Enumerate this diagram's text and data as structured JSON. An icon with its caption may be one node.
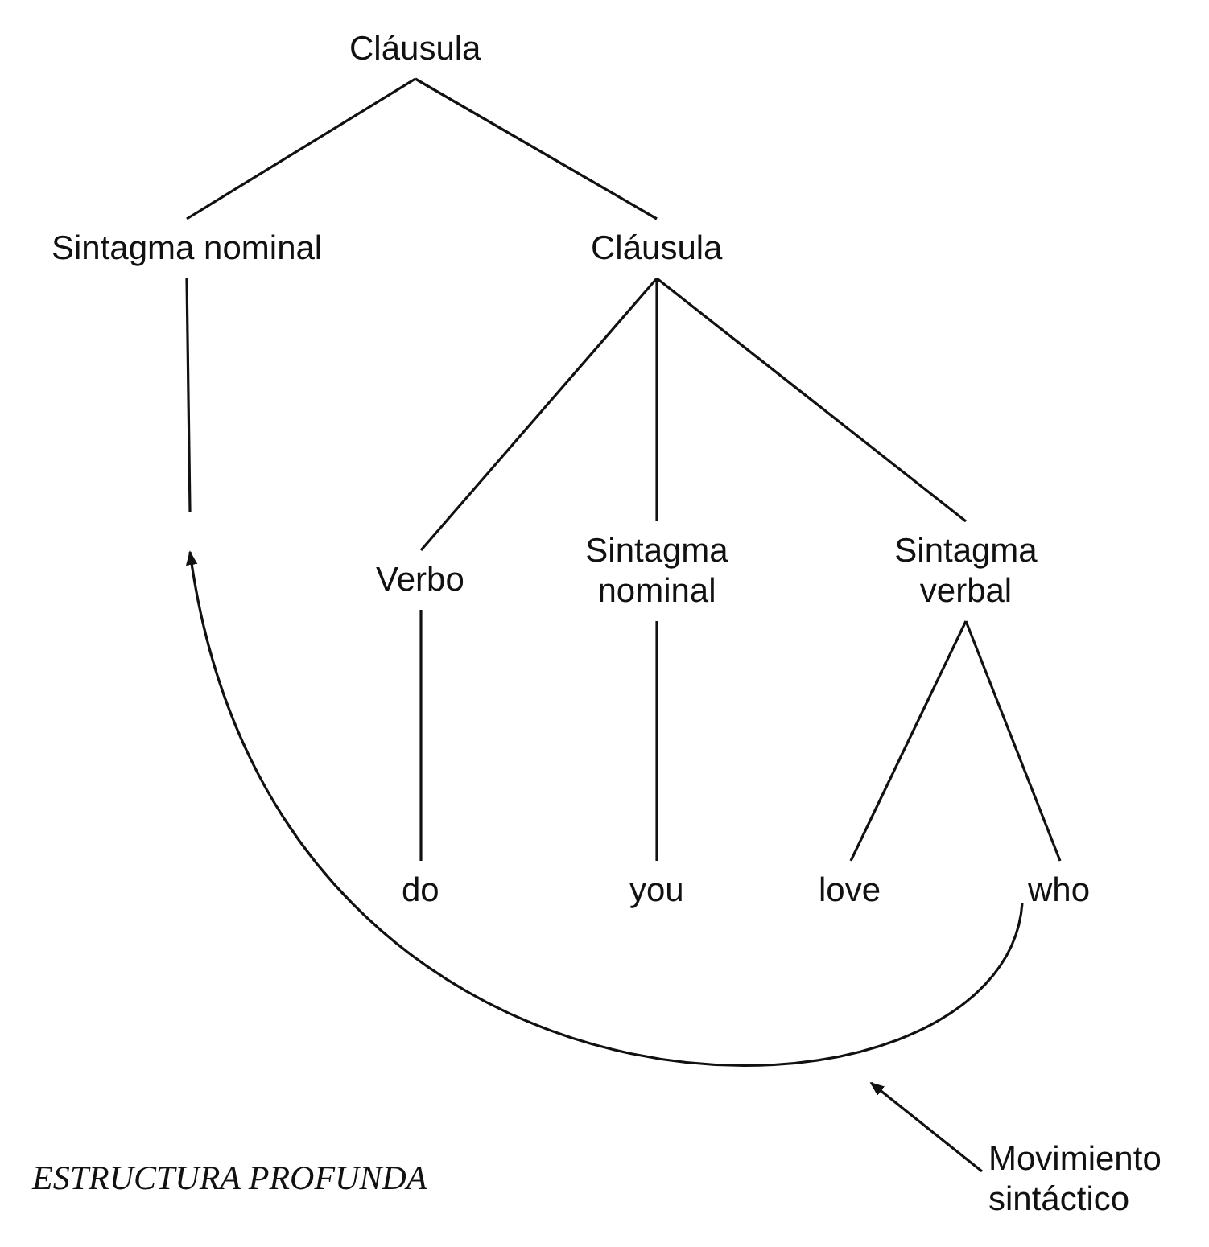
{
  "diagram": {
    "nodes": [
      {
        "text": [
          "Cláusula"
        ]
      },
      {
        "text": [
          "Sintagma nominal"
        ]
      },
      {
        "text": [
          "Cláusula"
        ]
      },
      {
        "text": [
          "Verbo"
        ]
      },
      {
        "text": [
          "Sintagma nominal"
        ]
      },
      {
        "text": [
          "Sintagma verbal"
        ]
      },
      {
        "text": [
          "do"
        ]
      },
      {
        "text": [
          "you"
        ]
      },
      {
        "text": [
          "love"
        ]
      },
      {
        "text": [
          "who"
        ]
      },
      {
        "text": [
          "Movimiento sintáctico"
        ]
      }
    ],
    "edges": [
      {
        "from": 0,
        "to": 1,
        "arrow": "none"
      },
      {
        "from": 0,
        "to": 2,
        "arrow": "none"
      },
      {
        "from": 1,
        "to": null,
        "arrow": "none"
      },
      {
        "from": 2,
        "to": 3,
        "arrow": "none"
      },
      {
        "from": 2,
        "to": 4,
        "arrow": "none"
      },
      {
        "from": 2,
        "to": 5,
        "arrow": "none"
      },
      {
        "from": 3,
        "to": 6,
        "arrow": "none"
      },
      {
        "from": 4,
        "to": 7,
        "arrow": "none"
      },
      {
        "from": 5,
        "to": 8,
        "arrow": "none"
      },
      {
        "from": 5,
        "to": 9,
        "arrow": "none"
      },
      {
        "from": 9,
        "to": null,
        "arrow": "to"
      },
      {
        "from": 10,
        "to": null,
        "arrow": "to"
      }
    ],
    "labels": [
      "ESTRUCTURA PROFUNDA"
    ]
  }
}
